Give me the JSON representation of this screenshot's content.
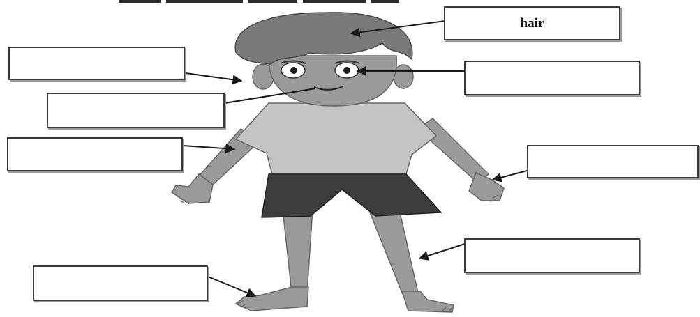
{
  "labels": [
    {
      "id": "hair",
      "text": "hair"
    },
    {
      "id": "ear",
      "text": ""
    },
    {
      "id": "eye",
      "text": ""
    },
    {
      "id": "mouth",
      "text": ""
    },
    {
      "id": "arm",
      "text": ""
    },
    {
      "id": "hand",
      "text": ""
    },
    {
      "id": "leg",
      "text": ""
    },
    {
      "id": "foot",
      "text": ""
    }
  ],
  "colors": {
    "skin": "#9a9a9a",
    "hair": "#7a7a7a",
    "shirt": "#c4c4c4",
    "shorts": "#3c3c3c",
    "outline": "#555555",
    "arrow": "#1a1a1a"
  }
}
